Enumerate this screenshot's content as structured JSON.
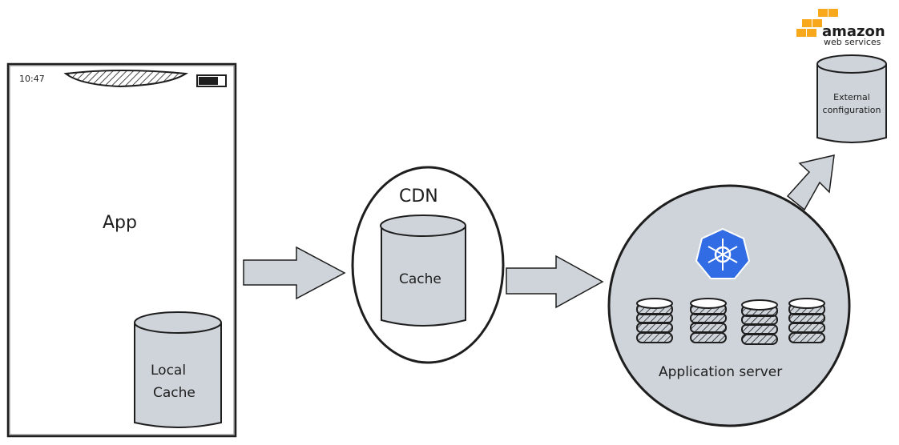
{
  "phone": {
    "time": "10:47",
    "app_label": "App",
    "local_cache_line1": "Local",
    "local_cache_line2": "Cache"
  },
  "cdn": {
    "title": "CDN",
    "cache_label": "Cache"
  },
  "server": {
    "label": "Application server",
    "icon": "kubernetes-icon"
  },
  "aws": {
    "logo_line1": "amazon",
    "logo_line2": "web services",
    "config_line1": "External",
    "config_line2": "configuration"
  },
  "colors": {
    "fill_gray": "#ced4da",
    "stroke": "#1e1e1e",
    "kubernetes_blue": "#326ce5",
    "aws_orange": "#f7a81b"
  }
}
